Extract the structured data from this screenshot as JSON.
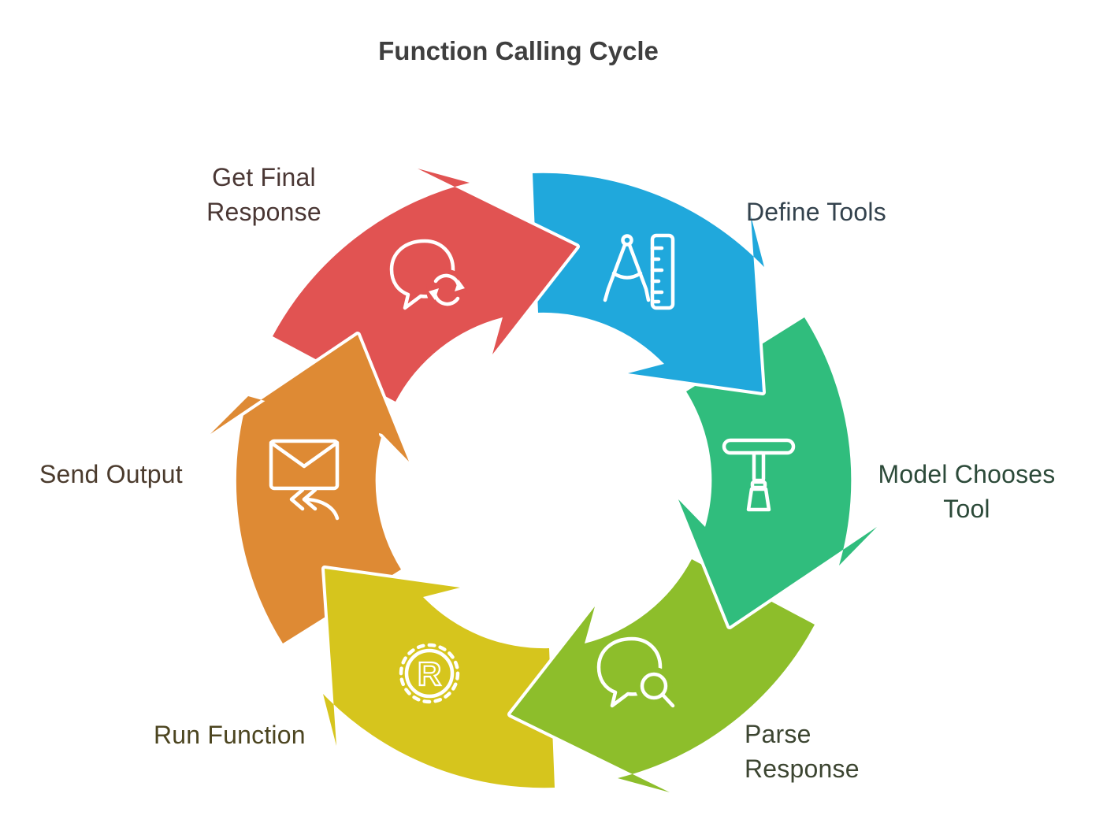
{
  "title": "Function Calling Cycle",
  "title_color": "#3f3f3f",
  "background_color": "#ffffff",
  "divider_color": "#ffffff",
  "segments": [
    {
      "id": "define-tools",
      "label": "Define Tools",
      "lines": [
        "Define Tools"
      ],
      "color": "#20A8DC",
      "text_color": "#33424d",
      "icon": "compass-ruler-icon"
    },
    {
      "id": "model-chooses-tool",
      "label": "Model Chooses Tool",
      "lines": [
        "Model Chooses",
        "Tool"
      ],
      "color": "#30BD7D",
      "text_color": "#2c4a39",
      "icon": "t-wrench-icon"
    },
    {
      "id": "parse-response",
      "label": "Parse Response",
      "lines": [
        "Parse",
        "Response"
      ],
      "color": "#8DBE2B",
      "text_color": "#3c4531",
      "icon": "chat-search-icon"
    },
    {
      "id": "run-function",
      "label": "Run Function",
      "lines": [
        "Run Function"
      ],
      "color": "#D6C51D",
      "text_color": "#4c4520",
      "icon": "gear-r-icon",
      "letter": "R"
    },
    {
      "id": "send-output",
      "label": "Send Output",
      "lines": [
        "Send Output"
      ],
      "color": "#DE8A34",
      "text_color": "#4b3b2d",
      "icon": "envelope-return-icon"
    },
    {
      "id": "get-final-response",
      "label": "Get Final Response",
      "lines": [
        "Get Final",
        "Response"
      ],
      "color": "#E15352",
      "text_color": "#4a3734",
      "icon": "chat-refresh-icon"
    }
  ]
}
